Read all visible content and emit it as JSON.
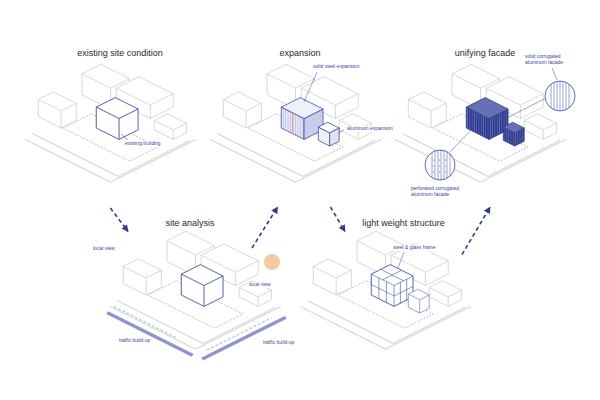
{
  "diagram": {
    "nodes": [
      {
        "text": [
          "existing site condition"
        ]
      },
      {
        "text": [
          "expansion"
        ]
      },
      {
        "text": [
          "unifying facade"
        ]
      },
      {
        "text": [
          "site analysis"
        ]
      },
      {
        "text": [
          "light weight structure"
        ]
      }
    ],
    "edges": [
      {
        "from": 0,
        "to": 3,
        "arrow": "to"
      },
      {
        "from": 3,
        "to": 1,
        "arrow": "to"
      },
      {
        "from": 1,
        "to": 4,
        "arrow": "to"
      },
      {
        "from": 4,
        "to": 2,
        "arrow": "to"
      }
    ],
    "labels": [
      "existing building",
      "solid steel expansion",
      "aluminum expansion",
      "solid corrugated aluminum facade",
      "perforated corrugated aluminum facade",
      "local view",
      "local view",
      "traffic build-up",
      "traffic build-up",
      "steel & glass frame"
    ]
  }
}
